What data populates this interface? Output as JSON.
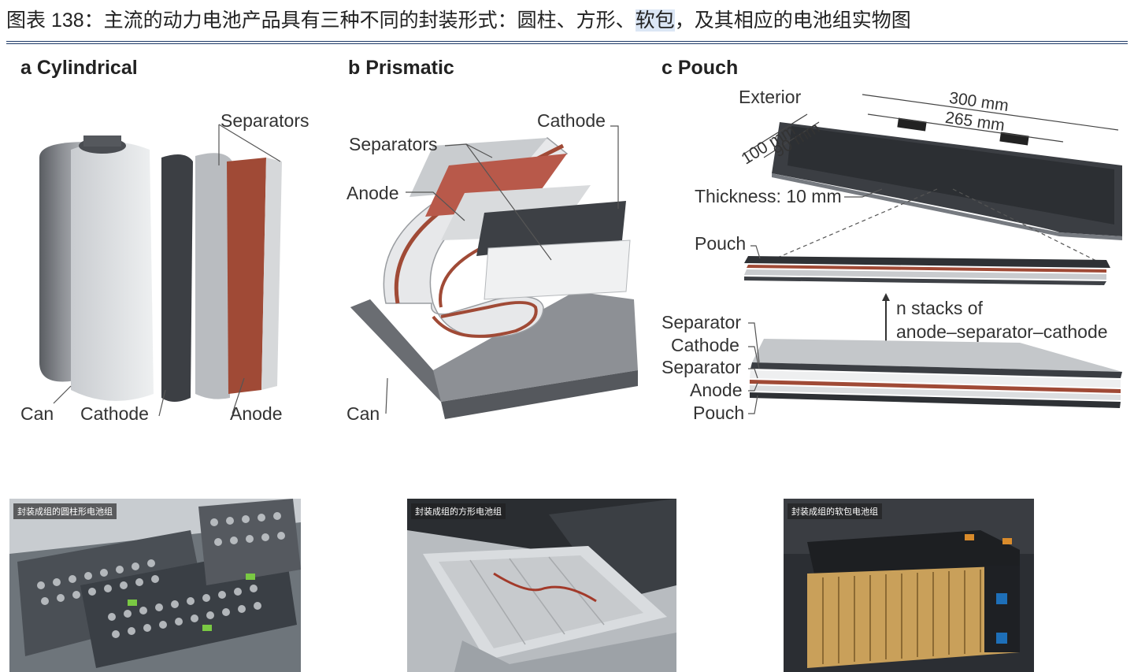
{
  "title": {
    "prefix": "图表 138：主流的动力电池产品具有三种不同的封装形式：圆柱、方形、",
    "highlight": "软包",
    "suffix": "，及其相应的电池组实物图"
  },
  "panels": {
    "a": {
      "letter": "a",
      "name": "Cylindrical",
      "labels": {
        "separators": "Separators",
        "can": "Can",
        "cathode": "Cathode",
        "anode": "Anode"
      }
    },
    "b": {
      "letter": "b",
      "name": "Prismatic",
      "labels": {
        "cathode": "Cathode",
        "separators": "Separators",
        "anode": "Anode",
        "can": "Can"
      }
    },
    "c": {
      "letter": "c",
      "name": "Pouch",
      "labels": {
        "exterior": "Exterior",
        "len300": "300 mm",
        "len265": "265 mm",
        "w100": "100 mm",
        "w90": "90 mm",
        "thickness": "Thickness: 10 mm",
        "pouch_top": "Pouch",
        "stacks1": "n stacks of",
        "stacks2": "anode–separator–cathode",
        "separator1": "Separator",
        "cathode": "Cathode",
        "separator2": "Separator",
        "anode": "Anode",
        "pouch_bottom": "Pouch"
      }
    }
  },
  "photos": [
    {
      "caption": "封装成组的圆柱形电池组"
    },
    {
      "caption": "封装成组的方形电池组"
    },
    {
      "caption": "封装成组的软包电池组"
    }
  ],
  "colors": {
    "rule": "#1e3a68",
    "copper": "#a04a36",
    "dark": "#3a3d42",
    "gray": "#a8abaf",
    "light": "#dcdee0"
  }
}
